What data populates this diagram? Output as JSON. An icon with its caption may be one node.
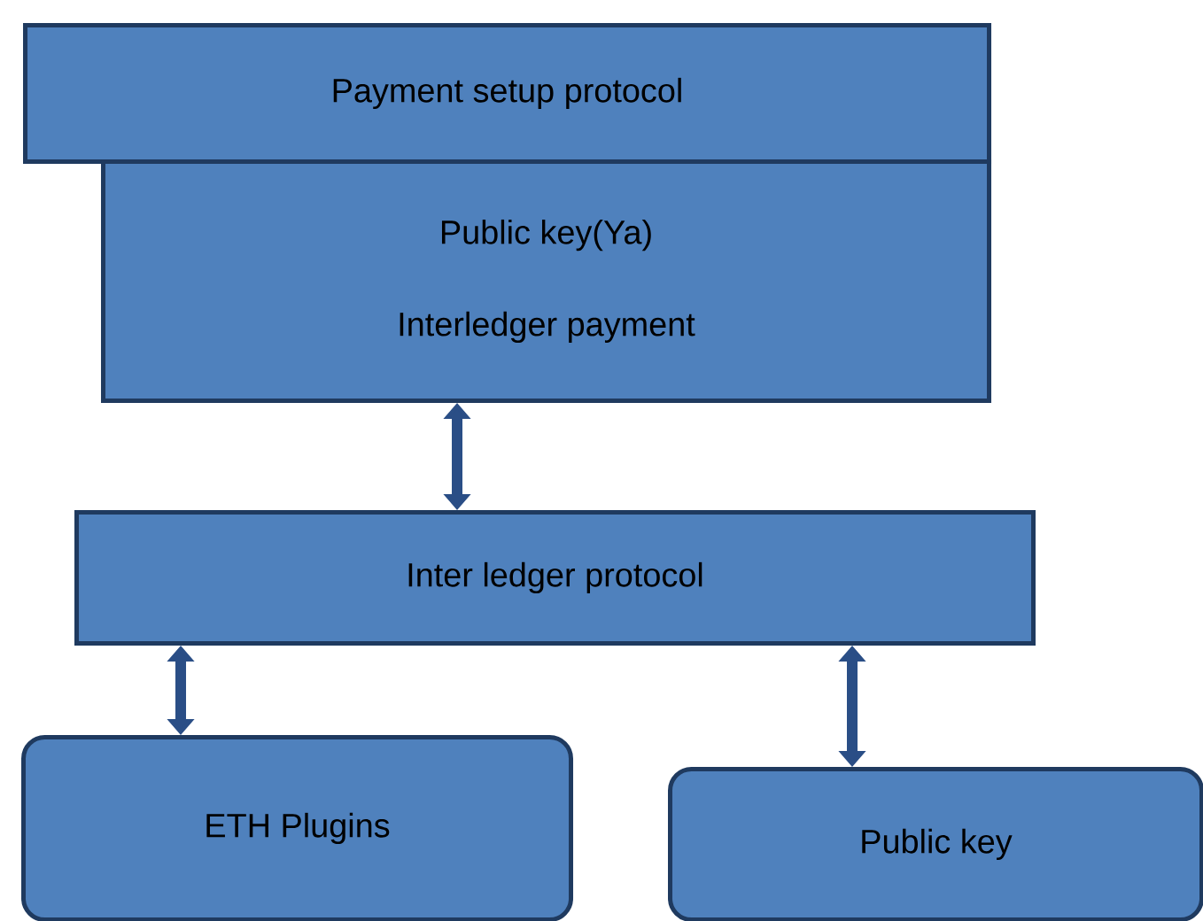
{
  "diagram": {
    "nodes": [
      {
        "text": [
          "Payment setup protocol"
        ]
      },
      {
        "text": [
          "Public key(Ya)",
          "Interledger payment"
        ]
      },
      {
        "text": [
          "Inter ledger protocol"
        ]
      },
      {
        "text": [
          "ETH Plugins"
        ]
      },
      {
        "text": [
          "Public key"
        ]
      }
    ],
    "edges": [
      {
        "from": 1,
        "to": 2,
        "arrow": "both"
      },
      {
        "from": 2,
        "to": 3,
        "arrow": "both"
      },
      {
        "from": 2,
        "to": 4,
        "arrow": "both"
      }
    ]
  }
}
